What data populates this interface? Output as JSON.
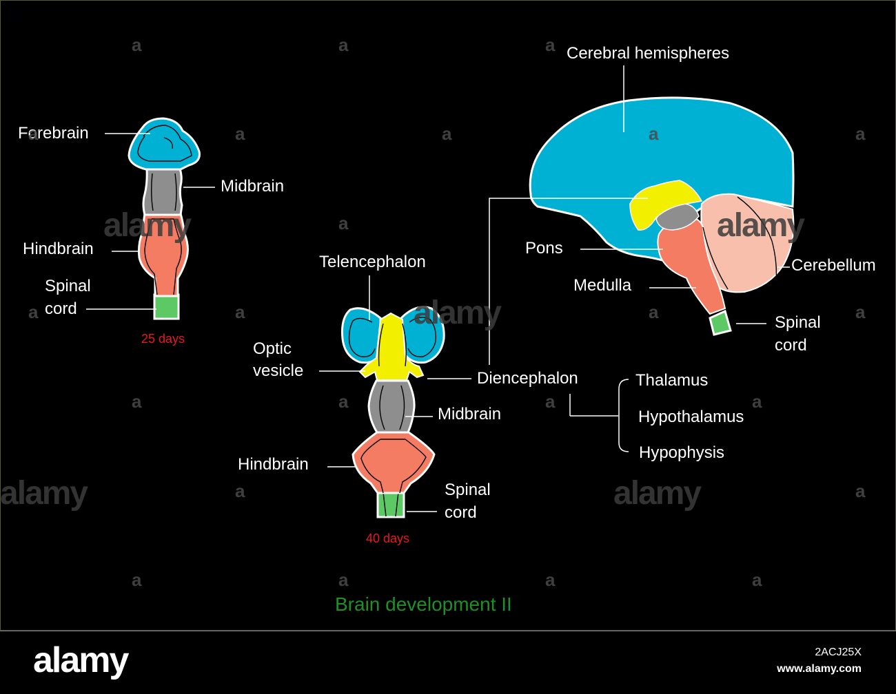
{
  "title": "Brain development II",
  "stage1": {
    "labels": {
      "forebrain": "Forebrain",
      "midbrain": "Midbrain",
      "hindbrain": "Hindbrain",
      "spinal_cord_line1": "Spinal",
      "spinal_cord_line2": "cord"
    },
    "age": "25 days"
  },
  "stage2": {
    "labels": {
      "telencephalon": "Telencephalon",
      "optic_vesicle_line1": "Optic",
      "optic_vesicle_line2": "vesicle",
      "diencephalon": "Diencephalon",
      "midbrain": "Midbrain",
      "hindbrain": "Hindbrain",
      "spinal_cord_line1": "Spinal",
      "spinal_cord_line2": "cord"
    },
    "diencephalon_parts": [
      "Thalamus",
      "Hypothalamus",
      "Hypophysis"
    ],
    "age": "40 days"
  },
  "adult": {
    "labels": {
      "cerebral_hemispheres": "Cerebral hemispheres",
      "pons": "Pons",
      "medulla": "Medulla",
      "cerebellum": "Cerebellum",
      "spinal_cord_line1": "Spinal",
      "spinal_cord_line2": "cord"
    }
  },
  "colors": {
    "forebrain": "#00b1d4",
    "diencephalon": "#f2ef00",
    "midbrain": "#8e8e8e",
    "hindbrain": "#f47c63",
    "cerebellum": "#f8c0ac",
    "spinal_cord": "#5cc964",
    "title": "#1f8f2a",
    "age_label": "#e8191e"
  },
  "watermark": {
    "word": "alamy",
    "mark": "a"
  },
  "footer": {
    "logo": "alamy",
    "image_id": "2ACJ25X",
    "url": "www.alamy.com"
  }
}
